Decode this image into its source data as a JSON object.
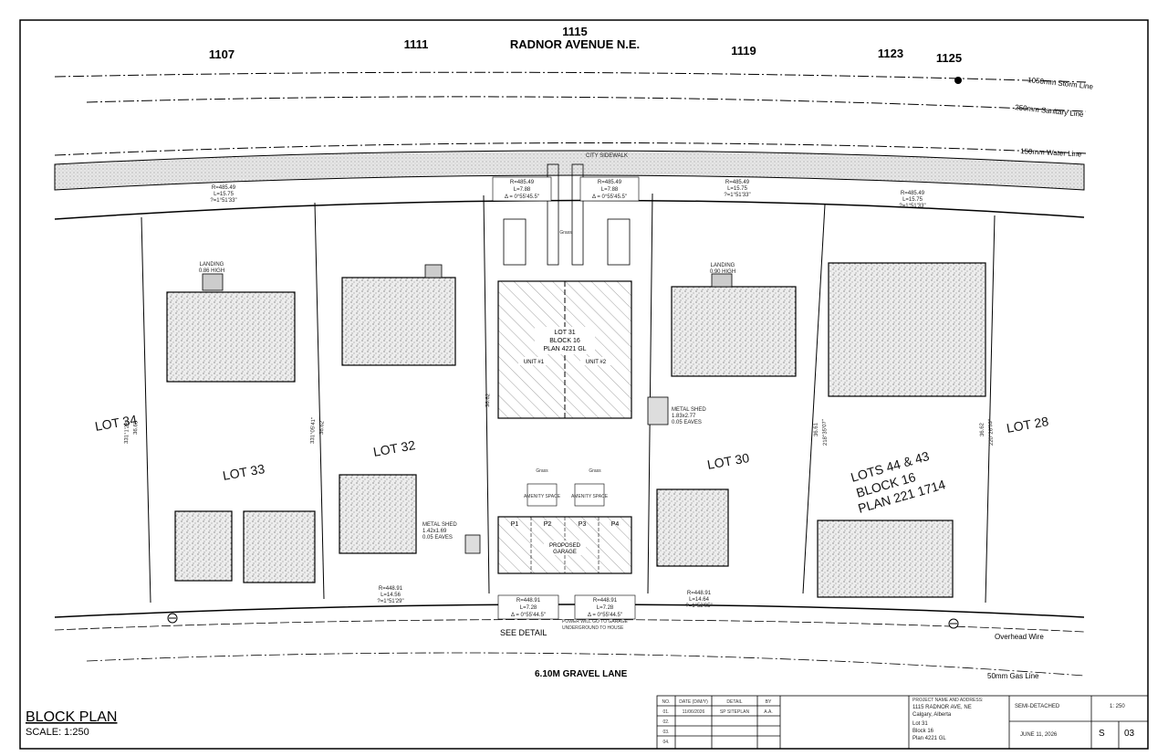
{
  "street": {
    "center_number": "1115",
    "name": "RADNOR AVENUE N.E.",
    "neighbor_numbers": [
      "1107",
      "1111",
      "1119",
      "1123",
      "1125"
    ]
  },
  "utility_lines": [
    "1050mm Storm Line",
    "250mm Sanitary Line",
    "150mm Water Line",
    "Overhead Wire",
    "50mm Gas Line"
  ],
  "sidewalk_label": "CITY SIDEWALK",
  "lane_label": "6.10M GRAVEL LANE",
  "see_detail": "SEE DETAIL",
  "power_note": [
    "POWER WILL GO TO GARAGE",
    "UNDERGROUND TO HOUSE"
  ],
  "lots": {
    "lot34": "LOT 34",
    "lot33": "LOT 33",
    "lot32": "LOT 32",
    "lot30": "LOT 30",
    "lot28": "LOT 28",
    "lots_44_43": [
      "LOTS 44 & 43",
      "BLOCK 16",
      "PLAN 221 1714"
    ]
  },
  "subject_lot": {
    "lines": [
      "LOT 31",
      "BLOCK 16",
      "PLAN 4221 GL"
    ],
    "unit1": "UNIT #1",
    "unit2": "UNIT #2",
    "grass": "Grass",
    "garage": [
      "PROPOSED",
      "GARAGE"
    ],
    "stalls": [
      "P1",
      "P2",
      "P3",
      "P4"
    ],
    "amenity": "AMENITY SPACE"
  },
  "curves_front": [
    {
      "r": "R=485.49",
      "l": "L=15.75",
      "d": "?=1°51'33\""
    },
    {
      "r": "R=485.49",
      "l": "L=7.88",
      "d": "Δ = 0°55'45.5\""
    },
    {
      "r": "R=485.49",
      "l": "L=7.88",
      "d": "Δ = 0°55'45.5\""
    },
    {
      "r": "R=485.49",
      "l": "L=15.75",
      "d": "?=1°51'33\""
    },
    {
      "r": "R=485.49",
      "l": "L=15.75",
      "d": "?=1°51'33\""
    }
  ],
  "curves_rear": [
    {
      "r": "R=448.91",
      "l": "L=14.56",
      "d": "?=1°51'29\""
    },
    {
      "r": "R=448.91",
      "l": "L=7.28",
      "d": "Δ = 0°55'44.5\""
    },
    {
      "r": "R=448.91",
      "l": "L=7.28",
      "d": "Δ = 0°55'44.5\""
    },
    {
      "r": "R=448.91",
      "l": "L=14.64",
      "d": "?=1°52'05\""
    }
  ],
  "dims": {
    "d1": "36.63",
    "d2": "36.62",
    "d3": "36.62",
    "d4": "36.61",
    "d5": "36.62",
    "a1": "331°1'28\"",
    "a2": "331°05'41\"",
    "a3": "218°35'07\"",
    "a4": "220°26'53\""
  },
  "sheds": {
    "metal_shed_1": [
      "METAL SHED",
      "1.83x2.77",
      "0.05 EAVES"
    ],
    "metal_shed_2": [
      "METAL SHED",
      "1.42x1.69",
      "0.05 EAVES"
    ]
  },
  "landings": [
    [
      "LANDING",
      "0.86 HIGH"
    ],
    [
      "LANDING",
      "0.90 HIGH"
    ]
  ],
  "title": {
    "block_plan": "BLOCK PLAN",
    "scale": "SCALE: 1:250"
  },
  "title_block": {
    "headers": [
      "NO.",
      "DATE (D/M/Y)",
      "DETAIL",
      "BY"
    ],
    "rows": [
      [
        "01.",
        "11/06/2026",
        "SP SITEPLAN",
        "A.A."
      ],
      [
        "02.",
        "",
        "",
        ""
      ],
      [
        "03.",
        "",
        "",
        ""
      ],
      [
        "04.",
        "",
        "",
        ""
      ]
    ],
    "project_label": "PROJECT NAME AND ADDRESS:",
    "address": [
      "1115 RADNOR AVE, NE",
      "Calgary, Alberta",
      "Lot 31",
      "Block 16",
      "Plan 4221 GL"
    ],
    "project_type": "SEMI-DETACHED",
    "scale_value": "1: 250",
    "date": "JUNE 11, 2026",
    "sheet": "S",
    "sheet_no": "03"
  }
}
